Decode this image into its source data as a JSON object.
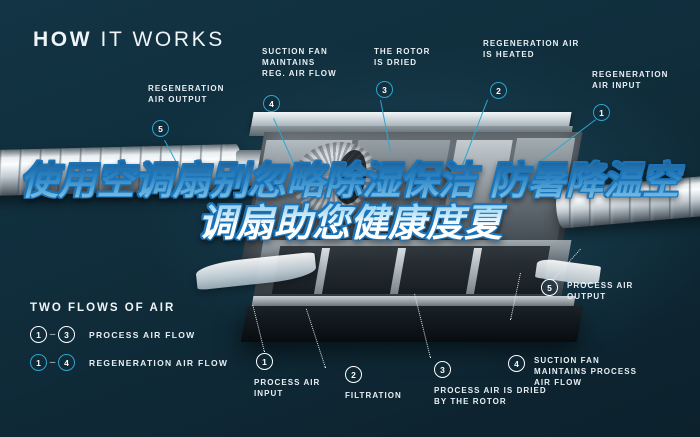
{
  "header": {
    "title_bold": "HOW",
    "title_light": " IT WORKS"
  },
  "colors": {
    "background": "#123242",
    "accent_teal": "#2ea6cf",
    "label_text": "#e8eff3",
    "overlay_outline": "#1b74b8",
    "overlay_gradient_top": "#1c5f96",
    "overlay_gradient_bottom": "#ffffff"
  },
  "overlay": {
    "text": "使用空调扇别忽略除湿保洁 防暑降温空调扇助您健康度夏"
  },
  "callouts": [
    {
      "id": "regeneration-air-output",
      "marker": "5",
      "label": "REGENERATION\nAIR OUTPUT"
    },
    {
      "id": "suction-fan-reg",
      "marker": "4",
      "label": "SUCTION FAN\nMAINTAINS\nREG. AIR FLOW"
    },
    {
      "id": "rotor-is-dried",
      "marker": "3",
      "label": "THE ROTOR\nIS DRIED"
    },
    {
      "id": "regeneration-air-heated",
      "marker": "2",
      "label": "REGENERATION AIR\nIS HEATED"
    },
    {
      "id": "regeneration-air-input",
      "marker": "1",
      "label": "REGENERATION\nAIR INPUT"
    },
    {
      "id": "process-air-output",
      "marker": "5",
      "label": "PROCESS AIR\nOUTPUT"
    },
    {
      "id": "suction-fan-process",
      "marker": "4",
      "label": "SUCTION FAN\nMAINTAINS PROCESS\nAIR FLOW"
    },
    {
      "id": "process-air-dried",
      "marker": "3",
      "label": "PROCESS AIR IS DRIED\nBY THE ROTOR"
    },
    {
      "id": "filtration",
      "marker": "2",
      "label": "FILTRATION"
    },
    {
      "id": "process-air-input",
      "marker": "1",
      "label": "PROCESS AIR\nINPUT"
    }
  ],
  "legend": {
    "title": "TWO FLOWS OF AIR",
    "rows": [
      {
        "from": "1",
        "dash": "–",
        "to": "3",
        "label": "PROCESS AIR FLOW",
        "style": "white"
      },
      {
        "from": "1",
        "dash": "–",
        "to": "4",
        "label": "REGENERATION AIR FLOW",
        "style": "teal"
      }
    ]
  }
}
